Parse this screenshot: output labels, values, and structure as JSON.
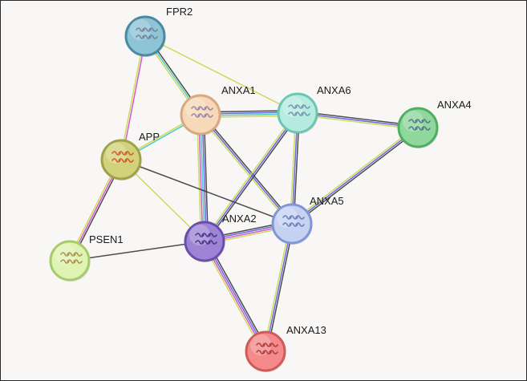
{
  "network": {
    "nodes": [
      {
        "id": "FPR2",
        "label": "FPR2",
        "color": "#8fc3d6",
        "border": "#4a8aa3",
        "glyph": "#6a7a92"
      },
      {
        "id": "ANXA1",
        "label": "ANXA1",
        "color": "#f7d9b8",
        "border": "#d6a980",
        "glyph": "#8a7aa8"
      },
      {
        "id": "ANXA6",
        "label": "ANXA6",
        "color": "#b6ece0",
        "border": "#6cc6b2",
        "glyph": "#6a8aa8"
      },
      {
        "id": "ANXA4",
        "label": "ANXA4",
        "color": "#8fd79a",
        "border": "#4fae62",
        "glyph": "#4a6a8a"
      },
      {
        "id": "APP",
        "label": "APP",
        "color": "#d1d27a",
        "border": "#9fa14a",
        "glyph": "#d04a1a"
      },
      {
        "id": "ANXA5",
        "label": "ANXA5",
        "color": "#c6d2f2",
        "border": "#8296d6",
        "glyph": "#6070b0"
      },
      {
        "id": "ANXA2",
        "label": "ANXA2",
        "color": "#9f84d6",
        "border": "#6a4eaa",
        "glyph": "#3a2a7a"
      },
      {
        "id": "PSEN1",
        "label": "PSEN1",
        "color": "#dff3b4",
        "border": "#a5cc6a",
        "glyph": "#a0873a"
      },
      {
        "id": "ANXA13",
        "label": "ANXA13",
        "color": "#f48a8a",
        "border": "#d05a5a",
        "glyph": "#a03030"
      }
    ],
    "edges": [
      {
        "source": "FPR2",
        "target": "ANXA1",
        "colors": [
          "#3a3a3a",
          "#3ec7c7",
          "#c8d84a"
        ]
      },
      {
        "source": "FPR2",
        "target": "APP",
        "colors": [
          "#d04ad0",
          "#c8d84a"
        ]
      },
      {
        "source": "FPR2",
        "target": "ANXA6",
        "colors": [
          "#c8d84a"
        ]
      },
      {
        "source": "ANXA1",
        "target": "ANXA6",
        "colors": [
          "#3a3a3a",
          "#5a5ae0",
          "#3ec7c7",
          "#c8d84a"
        ]
      },
      {
        "source": "ANXA1",
        "target": "APP",
        "colors": [
          "#3ec7c7",
          "#c8d84a"
        ]
      },
      {
        "source": "ANXA1",
        "target": "ANXA2",
        "colors": [
          "#3a3a3a",
          "#5a5ae0",
          "#3ec7c7",
          "#d04ad0",
          "#c8d84a"
        ]
      },
      {
        "source": "ANXA1",
        "target": "ANXA5",
        "colors": [
          "#3a3a3a",
          "#5a5ae0",
          "#c8d84a"
        ]
      },
      {
        "source": "ANXA6",
        "target": "ANXA4",
        "colors": [
          "#3a3a3a",
          "#5a5ae0",
          "#c8d84a"
        ]
      },
      {
        "source": "ANXA6",
        "target": "ANXA5",
        "colors": [
          "#3a3a3a",
          "#5a5ae0",
          "#c8d84a"
        ]
      },
      {
        "source": "ANXA6",
        "target": "ANXA2",
        "colors": [
          "#3a3a3a",
          "#5a5ae0",
          "#c8d84a"
        ]
      },
      {
        "source": "ANXA4",
        "target": "ANXA5",
        "colors": [
          "#3a3a3a",
          "#5a5ae0",
          "#c8d84a"
        ]
      },
      {
        "source": "APP",
        "target": "PSEN1",
        "colors": [
          "#3a3a3a",
          "#d04ad0",
          "#c8d84a"
        ]
      },
      {
        "source": "APP",
        "target": "ANXA5",
        "colors": [
          "#3a3a3a"
        ]
      },
      {
        "source": "APP",
        "target": "ANXA2",
        "colors": [
          "#c8d84a"
        ]
      },
      {
        "source": "PSEN1",
        "target": "ANXA2",
        "colors": [
          "#3a3a3a"
        ]
      },
      {
        "source": "ANXA2",
        "target": "ANXA5",
        "colors": [
          "#3a3a3a",
          "#5a5ae0",
          "#d04ad0",
          "#c8d84a"
        ]
      },
      {
        "source": "ANXA2",
        "target": "ANXA13",
        "colors": [
          "#3a3a3a",
          "#5a5ae0",
          "#d04ad0",
          "#c8d84a"
        ]
      },
      {
        "source": "ANXA5",
        "target": "ANXA13",
        "colors": [
          "#3a3a3a",
          "#5a5ae0",
          "#c8d84a"
        ]
      }
    ]
  }
}
